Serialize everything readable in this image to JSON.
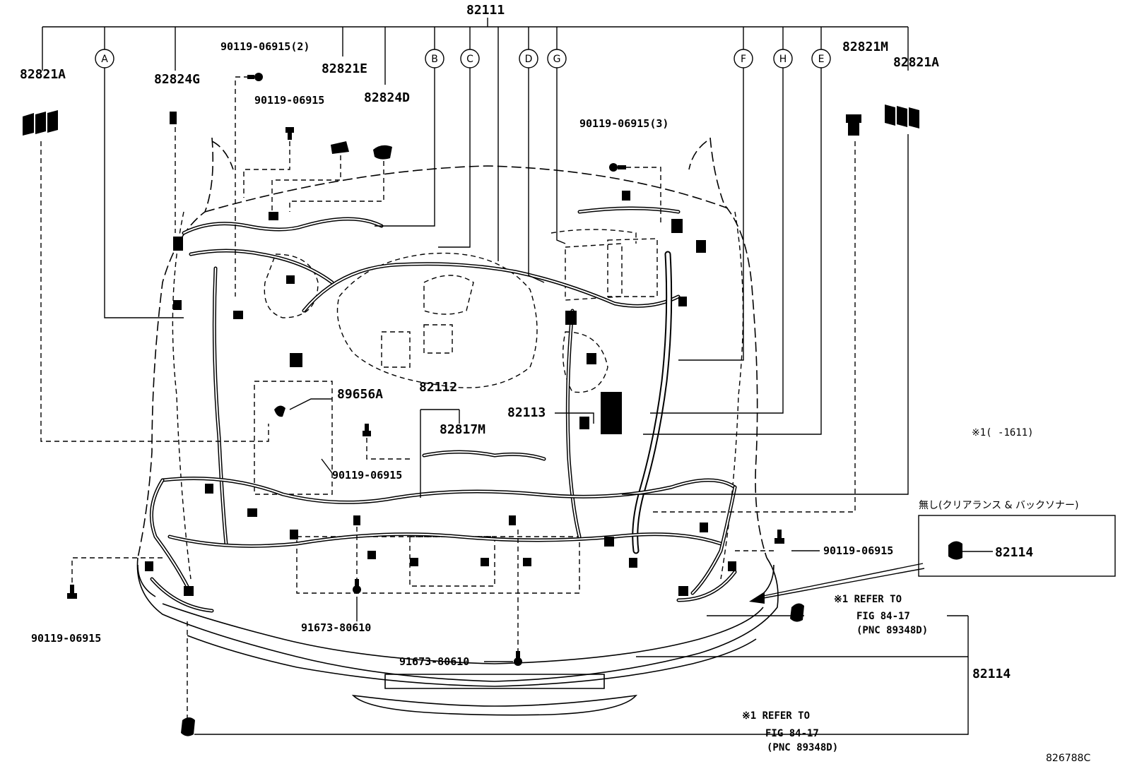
{
  "labels": {
    "main_harness": "82111",
    "p82821A_left": "82821A",
    "p82824G": "82824G",
    "p90119_06915_2": "90119-06915(2)",
    "p82821E": "82821E",
    "p90119_06915_a": "90119-06915",
    "p82824D": "82824D",
    "p82821M": "82821M",
    "p82821A_right": "82821A",
    "p90119_06915_3": "90119-06915(3)",
    "p89656A": "89656A",
    "p82112": "82112",
    "p82817M": "82817M",
    "p82113": "82113",
    "p90119_06915_b": "90119-06915",
    "p90119_06915_c": "90119-06915",
    "p90119_06915_d": "90119-06915",
    "p91673_80610_a": "91673-80610",
    "p91673_80610_b": "91673-80610",
    "p82114_main": "82114",
    "p82114_box": "82114",
    "diagram_code": "826788C"
  },
  "callouts": [
    "A",
    "B",
    "C",
    "D",
    "G",
    "F",
    "H",
    "E"
  ],
  "notes": {
    "note1": "※1(      -1611)",
    "box_title": "無し(クリアランス & バックソナー)",
    "refer1_line1": "※1 REFER TO",
    "refer1_line2": "FIG 84-17",
    "refer1_line3": "(PNC 89348D)",
    "refer2_line1": "※1 REFER TO",
    "refer2_line2": "FIG 84-17",
    "refer2_line3": "(PNC 89348D)"
  },
  "colors": {
    "ink": "#000000",
    "paper": "#ffffff"
  }
}
